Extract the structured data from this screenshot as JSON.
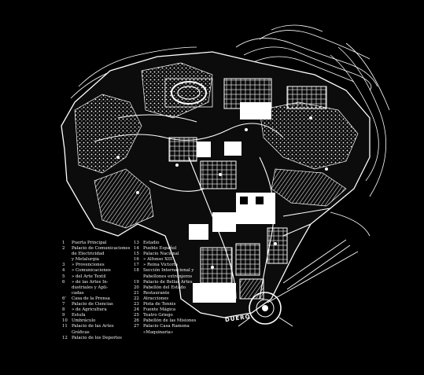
{
  "map": {
    "river_label": "DUERO"
  },
  "legend": {
    "left": [
      {
        "num": "1",
        "label": "Puerta Principal"
      },
      {
        "num": "2",
        "label": "Palacio de Comunicaciones"
      },
      {
        "num": "",
        "label": "de Electricidad"
      },
      {
        "num": "",
        "label": "y Metalurgia"
      },
      {
        "num": "3",
        "label": "» Provenciones"
      },
      {
        "num": "4",
        "label": "» Comunicaciones"
      },
      {
        "num": "5",
        "label": "» del Arte Textil"
      },
      {
        "num": "6",
        "label": "» de las Artes In-"
      },
      {
        "num": "",
        "label": "dustriales y Apli-"
      },
      {
        "num": "",
        "label": "cadas"
      },
      {
        "num": "6'",
        "label": "Casa de la Prensa"
      },
      {
        "num": "7",
        "label": "Palacio de Ciencias"
      },
      {
        "num": "8",
        "label": "» de Agricultura"
      },
      {
        "num": "9",
        "label": "Estufa"
      },
      {
        "num": "10",
        "label": "Umbráculo"
      },
      {
        "num": "11",
        "label": "Palacio de las Artes"
      },
      {
        "num": "",
        "label": "Gráficas"
      },
      {
        "num": "12",
        "label": "Palacio de los Deportes"
      }
    ],
    "right": [
      {
        "num": "13",
        "label": "Estadio"
      },
      {
        "num": "14",
        "label": "Pueblo Español"
      },
      {
        "num": "15",
        "label": "Palacio Nacional"
      },
      {
        "num": "16",
        "label": "» Alfonso XIII"
      },
      {
        "num": "17",
        "label": "» Reina Victoria"
      },
      {
        "num": "18",
        "label": "Sección Internacional y"
      },
      {
        "num": "",
        "label": "Pabellones extranjeros"
      },
      {
        "num": "19",
        "label": "Palacio de Bellas Artes"
      },
      {
        "num": "20",
        "label": "Pabellón del Estado"
      },
      {
        "num": "21",
        "label": "Restaurante"
      },
      {
        "num": "22",
        "label": "Atracciones"
      },
      {
        "num": "23",
        "label": "Pista de Tennis"
      },
      {
        "num": "24",
        "label": "Fuente Mágica"
      },
      {
        "num": "25",
        "label": "Teatro Griego"
      },
      {
        "num": "26",
        "label": "Pabellón de las Misiones"
      },
      {
        "num": "27",
        "label": "Palacio Casa Ramona"
      },
      {
        "num": "",
        "label": "«Maquinaria»"
      }
    ]
  },
  "colors": {
    "background": "#000000",
    "ink": "#ffffff"
  }
}
